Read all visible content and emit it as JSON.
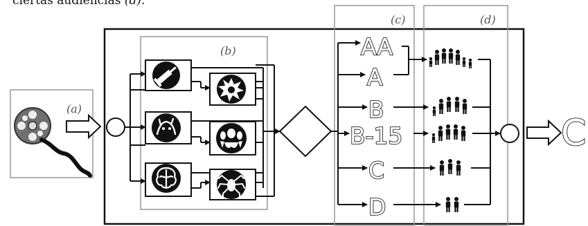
{
  "caption": {
    "text_before": "ciertas audiencias ",
    "ital": "(d)",
    "text_after": "."
  },
  "labels": {
    "a": "(a)",
    "b": "(b)",
    "c": "(c)",
    "d": "(d)"
  },
  "ratings": [
    "AA",
    "A",
    "B",
    "B-15",
    "C",
    "D"
  ],
  "output_symbol": "C",
  "icons": {
    "input": "film-reel-icon",
    "b_left": [
      "syringe-icon",
      "agony-face-icon",
      "brain-icon"
    ],
    "b_right": [
      "explosion-icon",
      "monster-icon",
      "spider-icon"
    ],
    "audiences": [
      "family-group-large-icon",
      "family-group-icon",
      "people-group-icon",
      "adults-group-icon",
      "adult-pair-icon"
    ]
  }
}
